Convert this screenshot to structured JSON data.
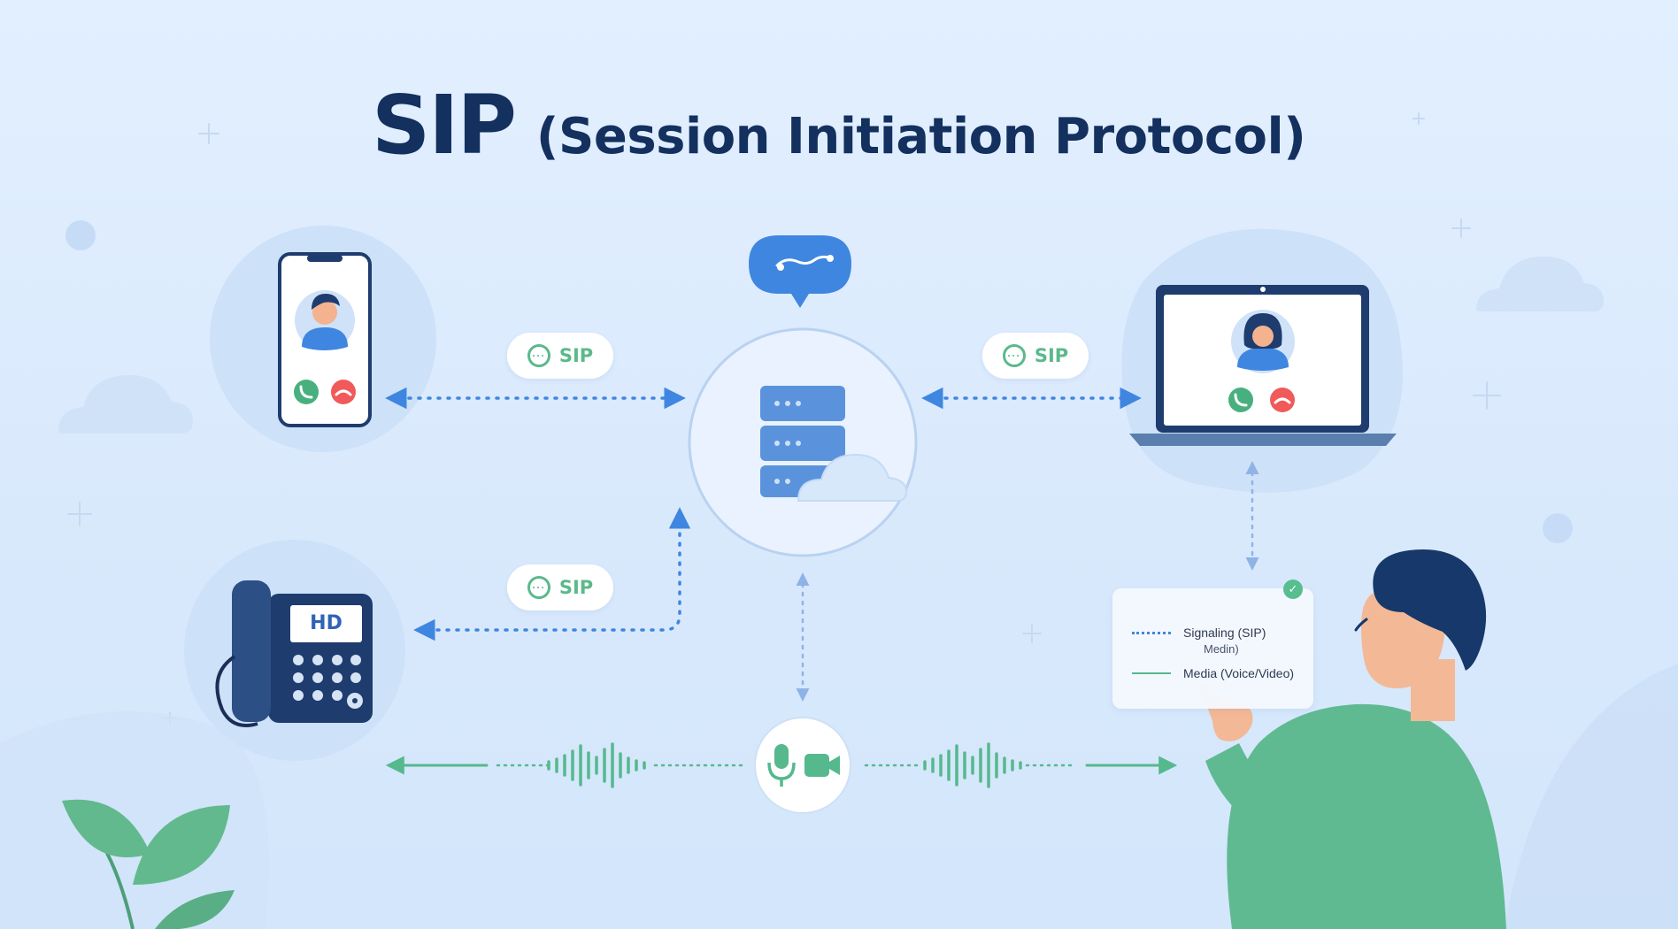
{
  "title": {
    "main": "SIP",
    "sub": "(Session Initiation Protocol)"
  },
  "pills": [
    {
      "label": "SIP",
      "icon": "chat-dots-icon"
    },
    {
      "label": "SIP",
      "icon": "chat-dots-icon"
    },
    {
      "label": "SIP",
      "icon": "chat-dots-icon"
    }
  ],
  "desk_phone": {
    "screen_text": "HD"
  },
  "legend": {
    "signaling_label": "Signaling (SIP)",
    "stray_text": "Medin)",
    "media_label": "Media (Voice/Video)"
  },
  "colors": {
    "title": "#13305e",
    "signaling": "#3f86e0",
    "media": "#55b98d",
    "accept": "#48b07e",
    "decline": "#f05a5a",
    "device_dark": "#1f3c6e",
    "server": "#5a93dc"
  },
  "icons": [
    "smartphone-icon",
    "user-avatar-icon",
    "accept-call-icon",
    "decline-call-icon",
    "laptop-icon",
    "server-cloud-icon",
    "chat-bubble-icon",
    "desk-phone-icon",
    "microphone-icon",
    "video-camera-icon",
    "check-icon",
    "leaf-icon",
    "person-pointing-icon"
  ]
}
